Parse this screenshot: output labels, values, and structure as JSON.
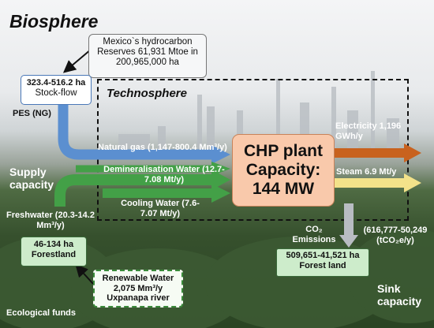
{
  "labels": {
    "biosphere": "Biosphere",
    "technosphere": "Technosphere",
    "pes": "PES (NG)",
    "supply_capacity": "Supply capacity",
    "freshwater": "Freshwater (20.3-14.2 Mm³/y)",
    "ecological_funds": "Ecological funds",
    "sink_capacity": "Sink capacity"
  },
  "boxes": {
    "hydrocarbon": "Mexico`s hydrocarbon Reserves 61,931 Mtoe in 200,965,000 ha",
    "stockflow_area": "323.4-516.2 ha",
    "stockflow_label": "Stock-flow",
    "forestland_area": "46-134 ha",
    "forestland_label": "Forestland",
    "renewable_water": "Renewable Water 2,075 Mm³/y Uxpanapa river",
    "chp_line1": "CHP plant",
    "chp_line2": "Capacity:",
    "chp_line3": "144 MW",
    "forest_sink_area": "509,651-41,521 ha",
    "forest_sink_label": "Forest land"
  },
  "flows": {
    "natural_gas": "Natural gas (1,147-800.4 Mm³/y)",
    "demin_water": "Demineralisation Water (12.7-7.08 Mt/y)",
    "cooling_water": "Cooling Water (7.6-7.07 Mt/y)",
    "electricity": "Electricity 1,196 GWh/y",
    "steam": "Steam 6.9 Mt/y",
    "co2_emissions": "CO₂ Emissions",
    "co2_value": "(616,777-50,249 (tCO₂e/y)"
  },
  "colors": {
    "gas_arrow": "#5b8fd0",
    "water_arrow": "#43a047",
    "electricity_arrow": "#c8621e",
    "steam_arrow": "#f3e28a",
    "co2_arrow": "#b8bcc2",
    "chp_fill": "#f9c9ab",
    "forest_fill": "#cdeccb",
    "text_white": "#ffffff"
  }
}
